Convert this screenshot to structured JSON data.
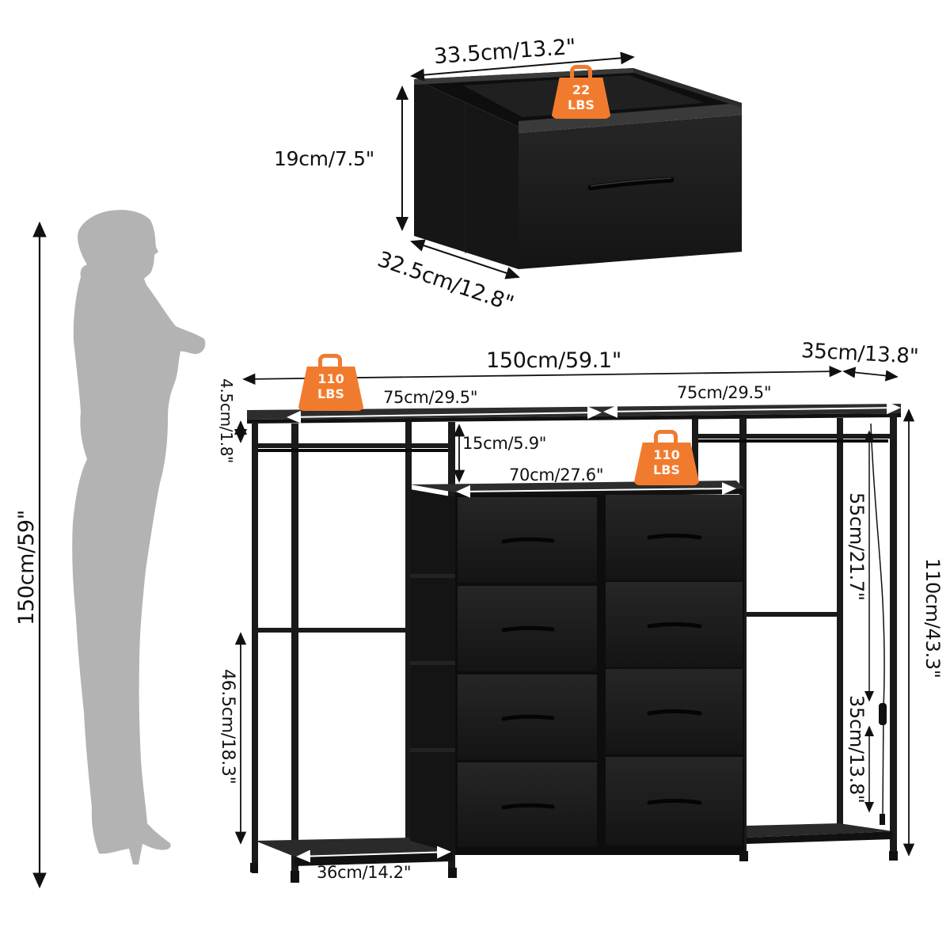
{
  "colors": {
    "badge_orange": "#F07B2F",
    "furniture_black": "#1c1c1c",
    "silhouette_gray": "#b3b3b3",
    "dimension_line": "#111111"
  },
  "person": {
    "height_label": "150cm/59\""
  },
  "drawer_detail": {
    "width_label": "33.5cm/13.2\"",
    "height_label": "19cm/7.5\"",
    "depth_label": "32.5cm/12.8\"",
    "capacity_badge": {
      "value": "22",
      "unit": "LBS"
    }
  },
  "dresser": {
    "total_width_label": "150cm/59.1\"",
    "depth_label": "35cm/13.8\"",
    "top_left_label": "75cm/29.5\"",
    "top_right_label": "75cm/29.5\"",
    "top_thickness_label": "4.5cm/1.8\"",
    "shelf_gap_label": "15cm/5.9\"",
    "drawer_section_width_label": "70cm/27.6\"",
    "upper_hanging_label": "55cm/21.7\"",
    "lower_hanging_label": "35cm/13.8\"",
    "total_height_label": "110cm/43.3\"",
    "side_height_label": "46.5cm/18.3\"",
    "bottom_shelf_label": "36cm/14.2\"",
    "top_capacity_badge": {
      "value": "110",
      "unit": "LBS"
    },
    "shelf_capacity_badge": {
      "value": "110",
      "unit": "LBS"
    },
    "drawer_count": 8
  }
}
